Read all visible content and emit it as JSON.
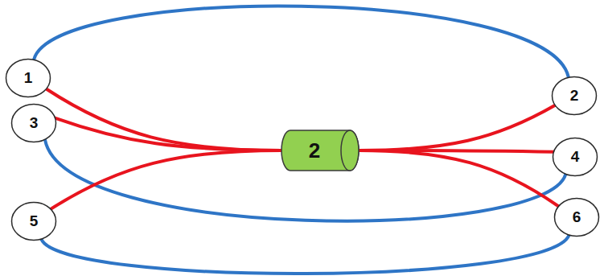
{
  "diagram": {
    "nodes": [
      {
        "text": [
          "1"
        ]
      },
      {
        "text": [
          "2"
        ]
      },
      {
        "text": [
          "3"
        ]
      },
      {
        "text": [
          "4"
        ]
      },
      {
        "text": [
          "5"
        ]
      },
      {
        "text": [
          "6"
        ]
      },
      {
        "text": [
          "2"
        ]
      }
    ],
    "edges": [
      {
        "from": 0,
        "to": 1,
        "arrow": "none"
      },
      {
        "from": 2,
        "to": 3,
        "arrow": "none"
      },
      {
        "from": 4,
        "to": 5,
        "arrow": "none"
      },
      {
        "from": 0,
        "to": 6,
        "arrow": "none"
      },
      {
        "from": 1,
        "to": 6,
        "arrow": "none"
      },
      {
        "from": 2,
        "to": 6,
        "arrow": "none"
      },
      {
        "from": 3,
        "to": 6,
        "arrow": "none"
      },
      {
        "from": 4,
        "to": 6,
        "arrow": "none"
      },
      {
        "from": 5,
        "to": 6,
        "arrow": "none"
      }
    ]
  }
}
